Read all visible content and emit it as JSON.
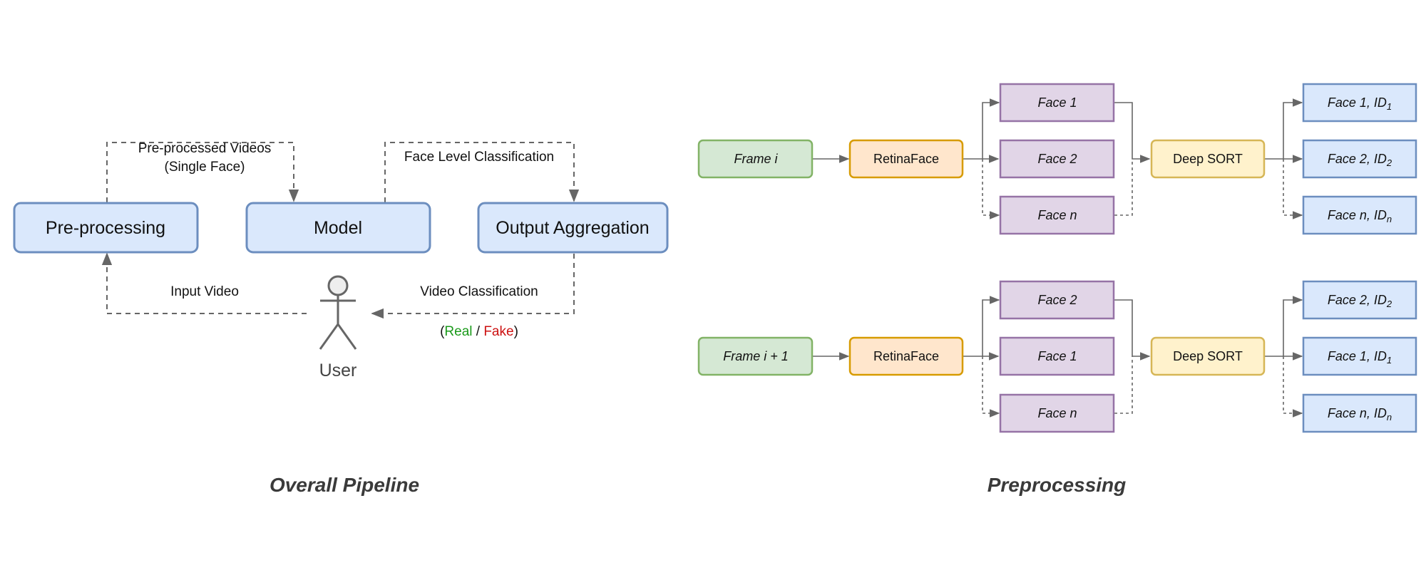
{
  "overall": {
    "caption": "Overall Pipeline",
    "boxes": {
      "preprocessing": "Pre-processing",
      "model": "Model",
      "output": "Output Aggregation"
    },
    "user_label": "User",
    "edges": {
      "preprocessed_line1": "Pre-processed Videos",
      "preprocessed_line2": "(Single Face)",
      "face_level": "Face Level Classification",
      "input_video": "Input Video",
      "video_classification": "Video Classification",
      "paren_open": "(",
      "real": "Real",
      "slash": " / ",
      "fake": "Fake",
      "paren_close": ")"
    }
  },
  "preprocessing": {
    "caption": "Preprocessing",
    "row1": {
      "frame": "Frame i",
      "detector": "RetinaFace",
      "faces": [
        "Face 1",
        "Face 2",
        "Face n"
      ],
      "tracker": "Deep SORT",
      "outputs": [
        {
          "face": "Face 1, ID",
          "sub": "1"
        },
        {
          "face": "Face 2, ID",
          "sub": "2"
        },
        {
          "face": "Face n, ID",
          "sub": "n"
        }
      ]
    },
    "row2": {
      "frame": "Frame i + 1",
      "detector": "RetinaFace",
      "faces": [
        "Face 2",
        "Face 1",
        "Face n"
      ],
      "tracker": "Deep SORT",
      "outputs": [
        {
          "face": "Face 2, ID",
          "sub": "2"
        },
        {
          "face": "Face 1, ID",
          "sub": "1"
        },
        {
          "face": "Face n,  ID",
          "sub": "n"
        }
      ]
    }
  },
  "colors": {
    "blue_fill": "#dae8fc",
    "blue_stroke": "#6c8ebf",
    "green_fill": "#d5e8d4",
    "green_stroke": "#82b366",
    "orange_fill": "#ffe6cc",
    "orange_stroke": "#d79b00",
    "purple_fill": "#e1d5e7",
    "purple_stroke": "#9673a6",
    "yellow_fill": "#fff2cc",
    "yellow_stroke": "#d6b656",
    "line": "#666666",
    "real": "#1a9a1a",
    "fake": "#cc1111"
  }
}
